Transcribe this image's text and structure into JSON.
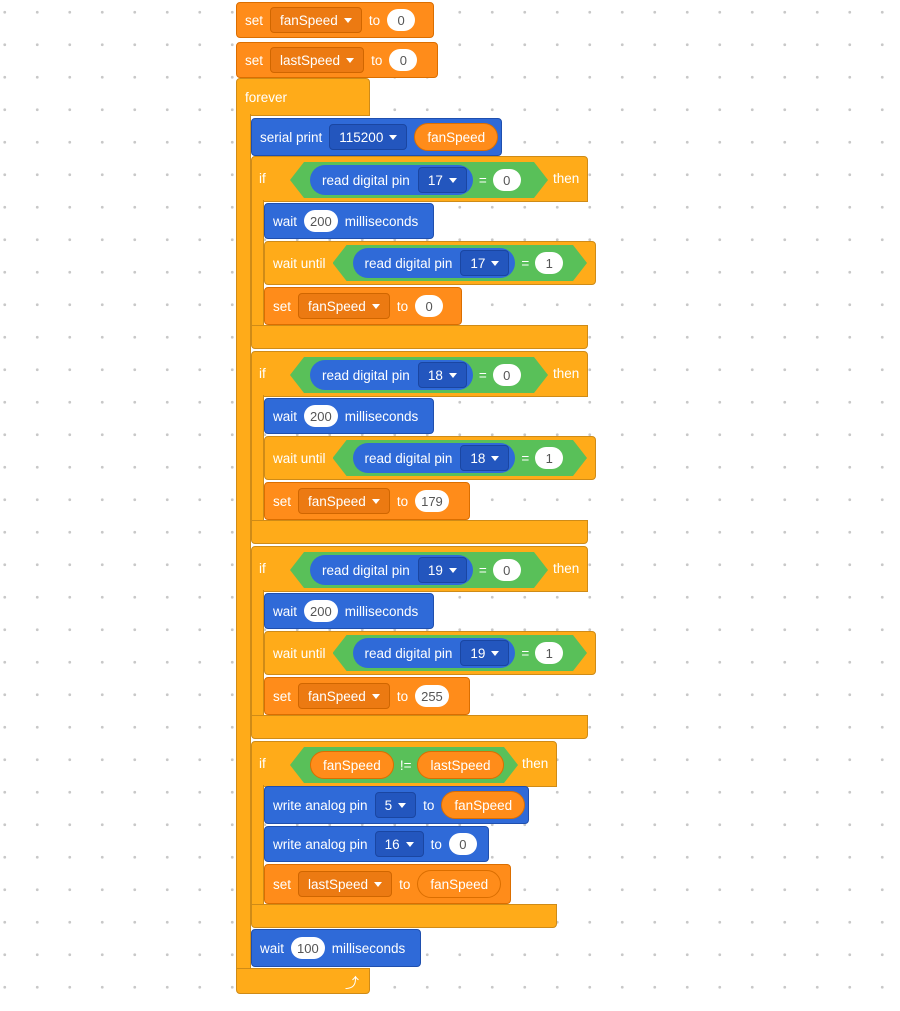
{
  "kw": {
    "set": "set",
    "to": "to",
    "forever": "forever",
    "serial_print": "serial print",
    "if": "if",
    "then": "then",
    "wait": "wait",
    "milliseconds": "milliseconds",
    "wait_until": "wait until",
    "read_digital_pin": "read digital pin",
    "write_analog_pin": "write analog pin",
    "eq": "=",
    "neq": "!="
  },
  "vars": {
    "fanSpeed": "fanSpeed",
    "lastSpeed": "lastSpeed"
  },
  "init": [
    {
      "var": "fanSpeed",
      "value": "0"
    },
    {
      "var": "lastSpeed",
      "value": "0"
    }
  ],
  "serial": {
    "baud": "115200",
    "arg": "fanSpeed"
  },
  "ifs": [
    {
      "pin": "17",
      "cmp": "0",
      "wait_ms": "200",
      "until_val": "1",
      "set_val": "0"
    },
    {
      "pin": "18",
      "cmp": "0",
      "wait_ms": "200",
      "until_val": "1",
      "set_val": "179"
    },
    {
      "pin": "19",
      "cmp": "0",
      "wait_ms": "200",
      "until_val": "1",
      "set_val": "255"
    }
  ],
  "last_if": {
    "left": "fanSpeed",
    "op": "!=",
    "right": "lastSpeed",
    "write1": {
      "pin": "5",
      "value": "fanSpeed"
    },
    "write2": {
      "pin": "16",
      "value": "0"
    },
    "set_var": "lastSpeed",
    "set_to": "fanSpeed"
  },
  "final_wait_ms": "100",
  "loop_icon": "loop-arrow-icon",
  "colors": {
    "variables": "#ff8c1a",
    "control": "#ffab19",
    "io": "#2f6ad8",
    "boolean": "#59c059"
  }
}
